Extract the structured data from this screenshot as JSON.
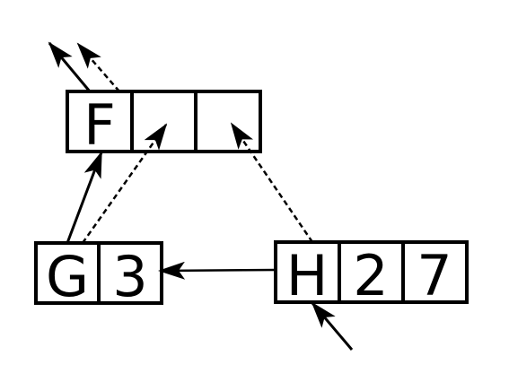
{
  "nodes": {
    "f": {
      "cells": [
        "F",
        "",
        ""
      ]
    },
    "g": {
      "cells": [
        "G",
        "3"
      ]
    },
    "h": {
      "cells": [
        "H",
        "2",
        "7"
      ]
    }
  },
  "colors": {
    "stroke": "#000000",
    "background": "#ffffff"
  }
}
